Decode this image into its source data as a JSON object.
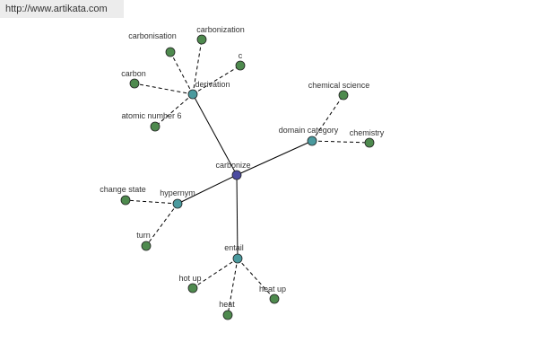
{
  "watermark": "http://www.artikata.com",
  "colors": {
    "root": "#4b4ba0",
    "relation": "#4a9a9e",
    "leaf": "#4e8a4e",
    "edge": "#000000"
  },
  "nodes": {
    "root": "carbonize",
    "derivation": "derivation",
    "carbonisation": "carbonisation",
    "carbonization": "carbonization",
    "c": "c",
    "carbon": "carbon",
    "atomic_number_6": "atomic number 6",
    "domain_category": "domain category",
    "chemical_science": "chemical science",
    "chemistry": "chemistry",
    "hypernym": "hypernym",
    "change_state": "change state",
    "turn": "turn",
    "entail": "entail",
    "hot_up": "hot up",
    "heat": "heat",
    "heat_up": "heat up"
  }
}
